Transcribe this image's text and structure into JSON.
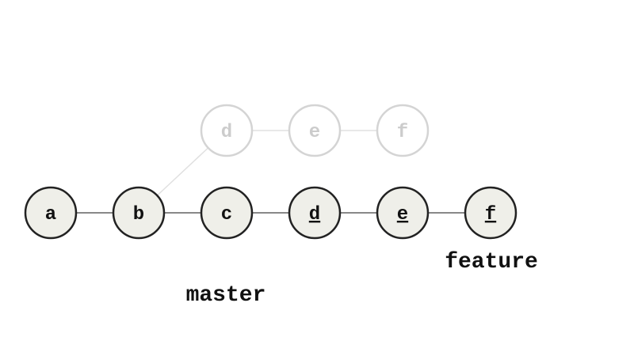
{
  "colors": {
    "node_fill": "#efefe9",
    "node_stroke": "#222222",
    "edge": "#888888",
    "ghost_stroke": "#d4d4d4",
    "ghost_text": "#cccccc",
    "ghost_edge": "#e0e0e0",
    "label_text": "#111111"
  },
  "main_line": [
    {
      "label": "a",
      "underlined": false
    },
    {
      "label": "b",
      "underlined": false
    },
    {
      "label": "c",
      "underlined": false
    },
    {
      "label": "d",
      "underlined": true
    },
    {
      "label": "e",
      "underlined": true
    },
    {
      "label": "f",
      "underlined": true
    }
  ],
  "ghost_line": {
    "branches_from": "b",
    "commits": [
      {
        "label": "d"
      },
      {
        "label": "e"
      },
      {
        "label": "f"
      }
    ]
  },
  "branch_labels": [
    {
      "name": "master",
      "points_to": "c"
    },
    {
      "name": "feature",
      "points_to": "f"
    }
  ]
}
